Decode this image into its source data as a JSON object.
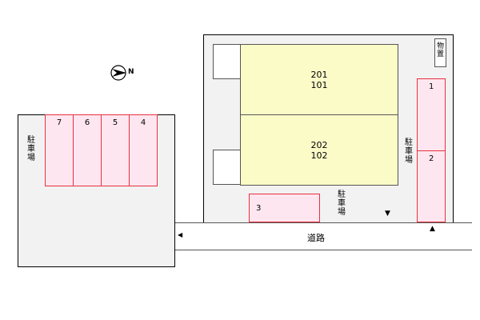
{
  "compass": {
    "label": "N",
    "icon": "north-compass-icon"
  },
  "left_lot": {
    "parking_label": [
      "駐",
      "車",
      "場"
    ],
    "spaces": [
      "7",
      "6",
      "5",
      "4"
    ]
  },
  "right_lot": {
    "storage_label": [
      "物",
      "置"
    ],
    "units": [
      {
        "upper": "201",
        "lower": "101"
      },
      {
        "upper": "202",
        "lower": "102"
      }
    ],
    "parking_label_right": [
      "駐",
      "車",
      "場"
    ],
    "parking_label_bottom": [
      "駐",
      "車",
      "場"
    ],
    "spaces": [
      "1",
      "2",
      "3"
    ]
  },
  "road": {
    "label": "道路"
  },
  "markers": {
    "down_arrow": "▼",
    "up_arrow": "▲",
    "left_arrow": "◀"
  },
  "colors": {
    "space_fill": "#fde6ef",
    "space_border": "#e8303f",
    "unit_fill": "#fbfbc8",
    "lot_fill": "#f2f2f2"
  }
}
